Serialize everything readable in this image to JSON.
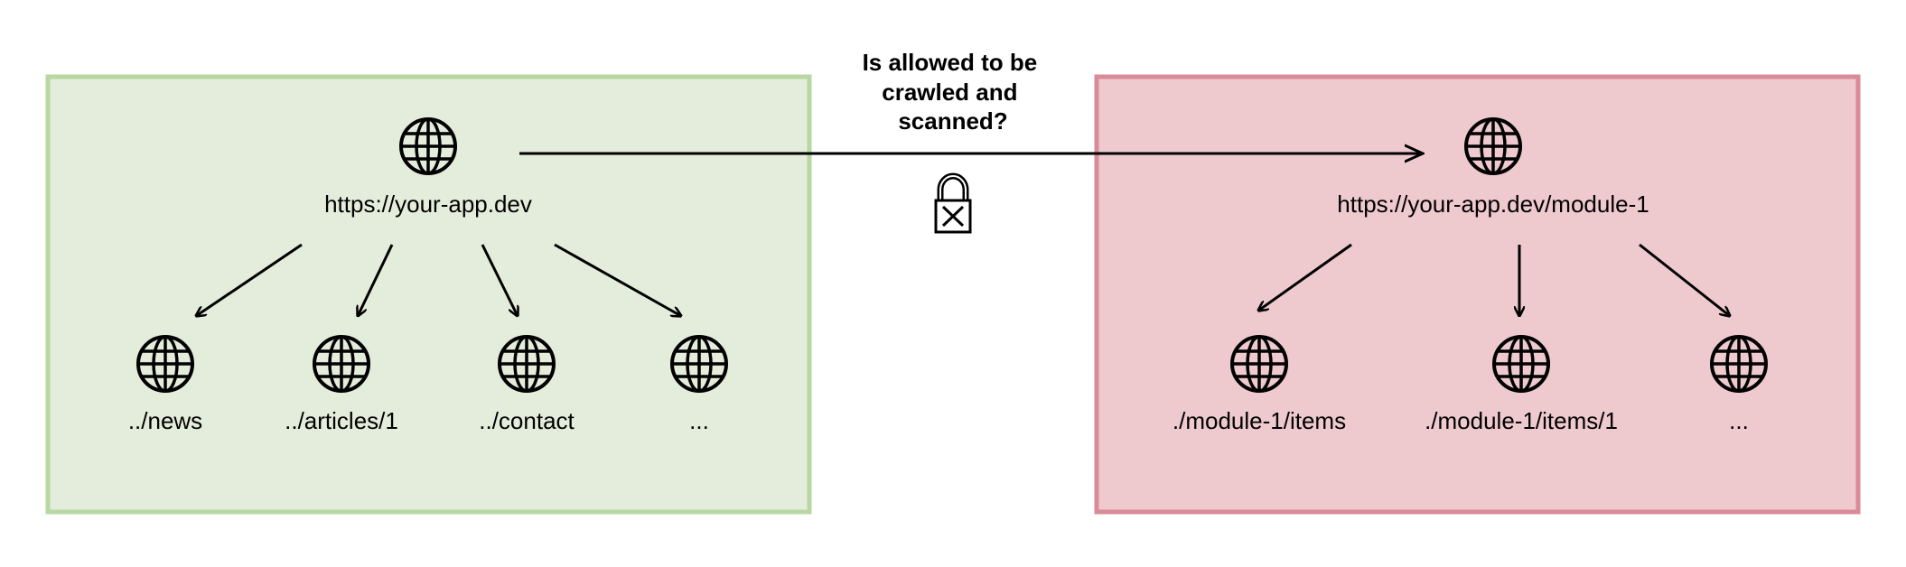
{
  "zones": {
    "allowed": {
      "fill": "#e4eddb",
      "stroke": "#b9d7a3"
    },
    "restricted": {
      "fill": "#eec9ce",
      "stroke": "#d98b97"
    }
  },
  "connector": {
    "question_lines": [
      "Is allowed to be",
      "crawled and",
      "scanned?"
    ],
    "icon": "padlock-x-icon"
  },
  "nodes": {
    "root": {
      "label": "https://your-app.dev",
      "icon": "globe-icon"
    },
    "news": {
      "label": "../news",
      "icon": "globe-icon"
    },
    "articles": {
      "label": "../articles/1",
      "icon": "globe-icon"
    },
    "contact": {
      "label": "../contact",
      "icon": "globe-icon"
    },
    "more_left": {
      "label": "...",
      "icon": "globe-icon"
    },
    "module": {
      "label": "https://your-app.dev/module-1",
      "icon": "globe-icon"
    },
    "module_items": {
      "label": "./module-1/items",
      "icon": "globe-icon"
    },
    "module_item1": {
      "label": "./module-1/items/1",
      "icon": "globe-icon"
    },
    "more_right": {
      "label": "...",
      "icon": "globe-icon"
    }
  }
}
